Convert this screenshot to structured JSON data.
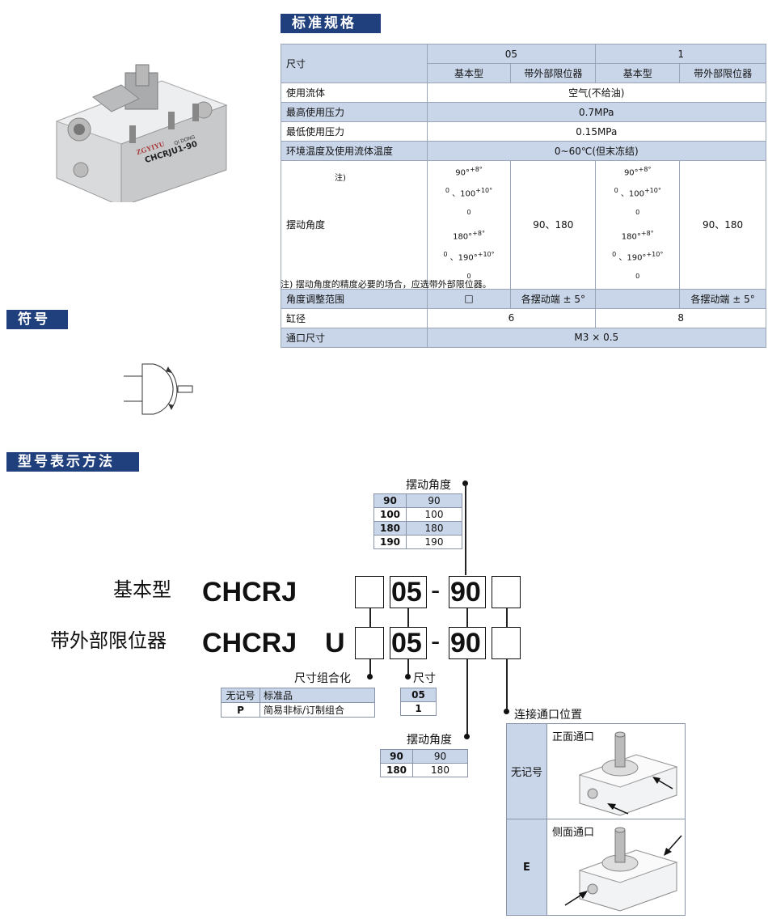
{
  "sections": {
    "spec_title": "标准规格",
    "symbol_title": "符号",
    "model_title": "型号表示方法"
  },
  "product": {
    "brand": "ZGYIYU",
    "brand_sub": "QI DONG",
    "model_label": "CHCRJU1-90"
  },
  "spec_table": {
    "size_label": "尺寸",
    "size_05": "05",
    "size_1": "1",
    "basic": "基本型",
    "ext_stopper": "带外部限位器",
    "rows": {
      "fluid": [
        "使用流体",
        "空气(不给油)"
      ],
      "max_p": [
        "最高使用压力",
        "0.7MPa"
      ],
      "min_p": [
        "最低使用压力",
        "0.15MPa"
      ],
      "temp": [
        "环境温度及使用流体温度",
        "0~60℃(但末冻结)"
      ],
      "angle": [
        "摆动角度",
        "注)"
      ],
      "angle_ext": "90、180",
      "adjust": [
        "角度调整范围",
        "□",
        "各摆动端 ± 5°",
        "各摆动端 ± 5°"
      ],
      "bore": [
        "缸径",
        "6",
        "8"
      ],
      "port": [
        "通口尺寸",
        "M3 × 0.5"
      ]
    },
    "note": "注) 摆动角度的精度必要的场合，应选带外部限位器。"
  },
  "ordering": {
    "basic_label": "基本型",
    "ext_label": "带外部限位器",
    "code_base": "CHCRJ",
    "code_u": "U",
    "size_code": "05",
    "angle_code": "90",
    "dash": "-",
    "swing_angle_title": "摆动角度",
    "swing_table_top": [
      [
        "90",
        "90"
      ],
      [
        "100",
        "100"
      ],
      [
        "180",
        "180"
      ],
      [
        "190",
        "190"
      ]
    ],
    "swing_table_bottom": [
      [
        "90",
        "90"
      ],
      [
        "180",
        "180"
      ]
    ],
    "combo_title": "尺寸组合化",
    "combo_table": [
      [
        "无记号",
        "标准品"
      ],
      [
        "P",
        "简易非标/订制组合"
      ]
    ],
    "size_title": "尺寸",
    "size_table": [
      "05",
      "1"
    ],
    "port_title": "连接通口位置",
    "port_rows": [
      {
        "code": "无记号",
        "desc": "正面通口"
      },
      {
        "code": "E",
        "desc": "侧面通口"
      }
    ]
  }
}
